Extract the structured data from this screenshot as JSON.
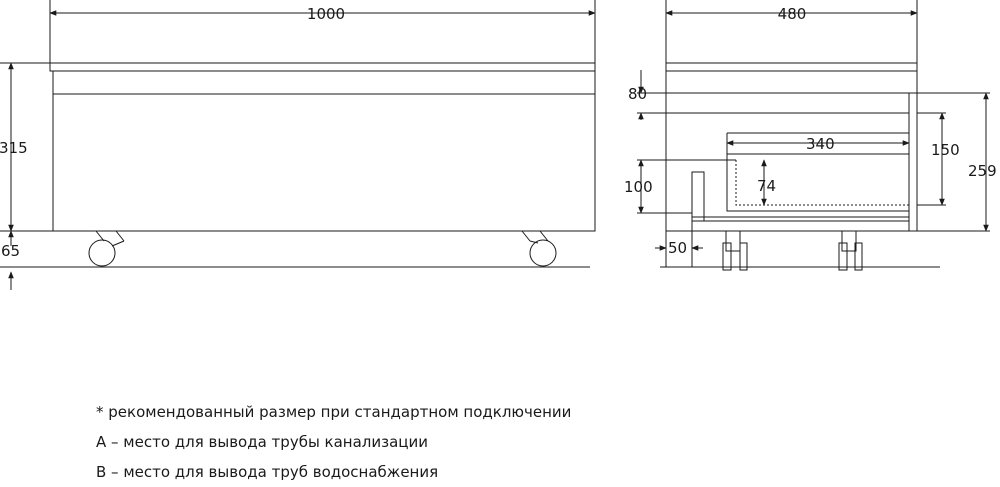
{
  "front_view": {
    "width_label": "1000",
    "height_label": "315",
    "wheel_label": "65"
  },
  "side_view": {
    "depth_label": "480",
    "top_label": "80",
    "inner_width_label": "340",
    "drawer_height_label": "150",
    "total_label": "259",
    "pipe_zone_label": "100",
    "recommended_label": "74",
    "bottom_offset_label": "50"
  },
  "notes": [
    "* рекомендованный размер при стандартном подключении",
    "А – место для вывода трубы канализации",
    "В – место для вывода труб водоснабжения"
  ]
}
